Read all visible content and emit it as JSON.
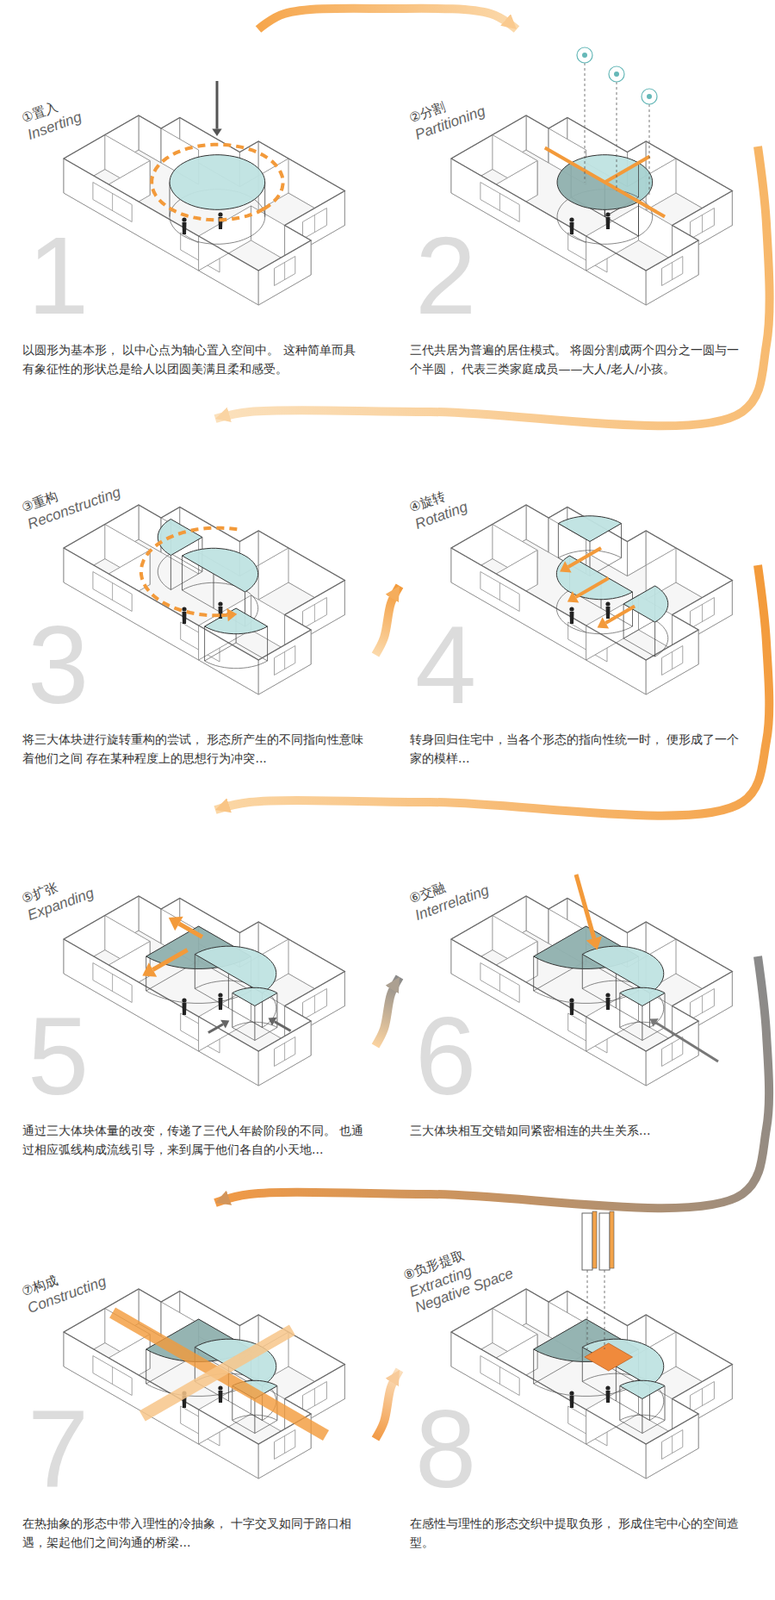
{
  "diagram": {
    "nodes": [
      {
        "text": [
          "①置入",
          "Inserting",
          "1",
          "以圆形为基本形， 以中心点为轴心置入空间中。 这种简单而具有象征性的形状总是给人以团圆美满且柔和感受。"
        ]
      },
      {
        "text": [
          "②分割",
          "Partitioning",
          "2",
          "三代共居为普遍的居住模式。 将圆分割成两个四分之一圆与一个半圆， 代表三类家庭成员——大人/老人/小孩。"
        ]
      },
      {
        "text": [
          "③重构",
          "Reconstructing",
          "3",
          "将三大体块进行旋转重构的尝试， 形态所产生的不同指向性意味着他们之间 存在某种程度上的思想行为冲突..."
        ]
      },
      {
        "text": [
          "④旋转",
          "Rotating",
          "4",
          "转身回归住宅中，当各个形态的指向性统一时， 便形成了一个家的模样..."
        ]
      },
      {
        "text": [
          "⑤扩张",
          "Expanding",
          "5",
          "通过三大体块体量的改变，传递了三代人年龄阶段的不同。 也通过相应弧线构成流线引导，来到属于他们各自的小天地..."
        ]
      },
      {
        "text": [
          "⑥交融",
          "Interrelating",
          "6",
          "三大体块相互交错如同紧密相连的共生关系..."
        ]
      },
      {
        "text": [
          "⑦构成",
          "Constructing",
          "7",
          "在热抽象的形态中带入理性的冷抽象， 十字交叉如同于路口相遇，架起他们之间沟通的桥梁..."
        ]
      },
      {
        "text": [
          "⑧负形提取",
          "Extracting Negative Space",
          "8",
          "在感性与理性的形态交织中提取负形， 形成住宅中心的空间造型。"
        ]
      }
    ],
    "edges": [
      {
        "from": 0,
        "to": 1,
        "arrow": "to"
      },
      {
        "from": 1,
        "to": 2,
        "arrow": "to"
      },
      {
        "from": 2,
        "to": 3,
        "arrow": "to"
      },
      {
        "from": 3,
        "to": 4,
        "arrow": "to"
      },
      {
        "from": 4,
        "to": 5,
        "arrow": "to"
      },
      {
        "from": 5,
        "to": 6,
        "arrow": "to"
      },
      {
        "from": 6,
        "to": 7,
        "arrow": "to"
      }
    ]
  }
}
